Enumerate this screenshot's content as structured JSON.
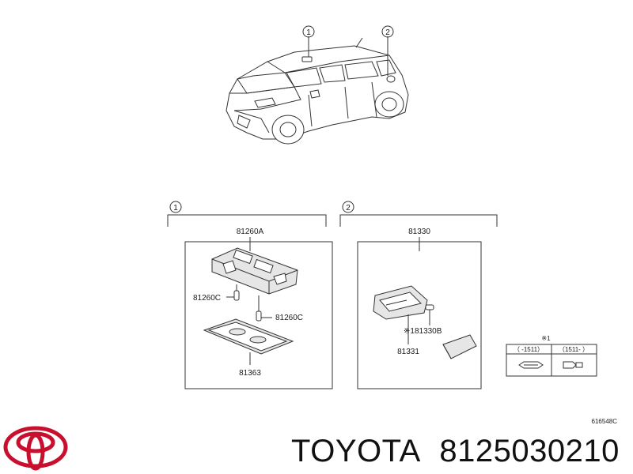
{
  "callouts": {
    "car_ref_1": "1",
    "car_ref_2": "2",
    "group_1": "1",
    "group_2": "2"
  },
  "group1": {
    "assembly_label": "81260A",
    "bulb_left_label": "81260C",
    "bulb_right_label": "81260C",
    "lens_label": "81363"
  },
  "group2": {
    "assembly_label": "81330",
    "bulb_label": "※181330B",
    "housing_label": "81331"
  },
  "legend": {
    "mark": "※1",
    "col1": "（ -1511）",
    "col2": "（1511- ）"
  },
  "diagram_code": "616548C",
  "brand": {
    "make": "TOYOTA",
    "part_number": "8125030210"
  }
}
